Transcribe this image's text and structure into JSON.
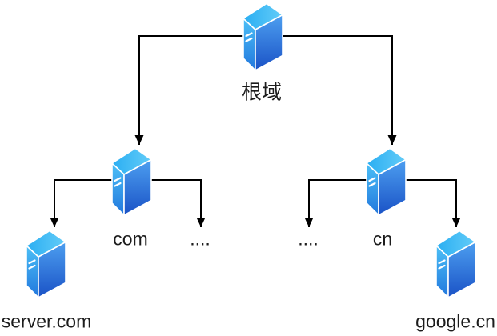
{
  "diagram": {
    "description": "DNS domain hierarchy tree of server nodes",
    "nodes": {
      "root": {
        "label": "根域"
      },
      "com": {
        "label": "com"
      },
      "cn": {
        "label": "cn"
      },
      "dots_left": {
        "label": "...."
      },
      "dots_right": {
        "label": "...."
      },
      "server_com": {
        "label": "server.com"
      },
      "google_cn": {
        "label": "google.cn"
      }
    },
    "colors": {
      "edge": "#000000",
      "text": "#1c1c1c",
      "server_top_from": "#2aaef2",
      "server_top_to": "#63ccf8",
      "server_front_from": "#4cc0f7",
      "server_front_to": "#2277dd",
      "server_side_from": "#4d9ff0",
      "server_side_to": "#1a52c6",
      "server_outline": "#ffffff"
    }
  }
}
